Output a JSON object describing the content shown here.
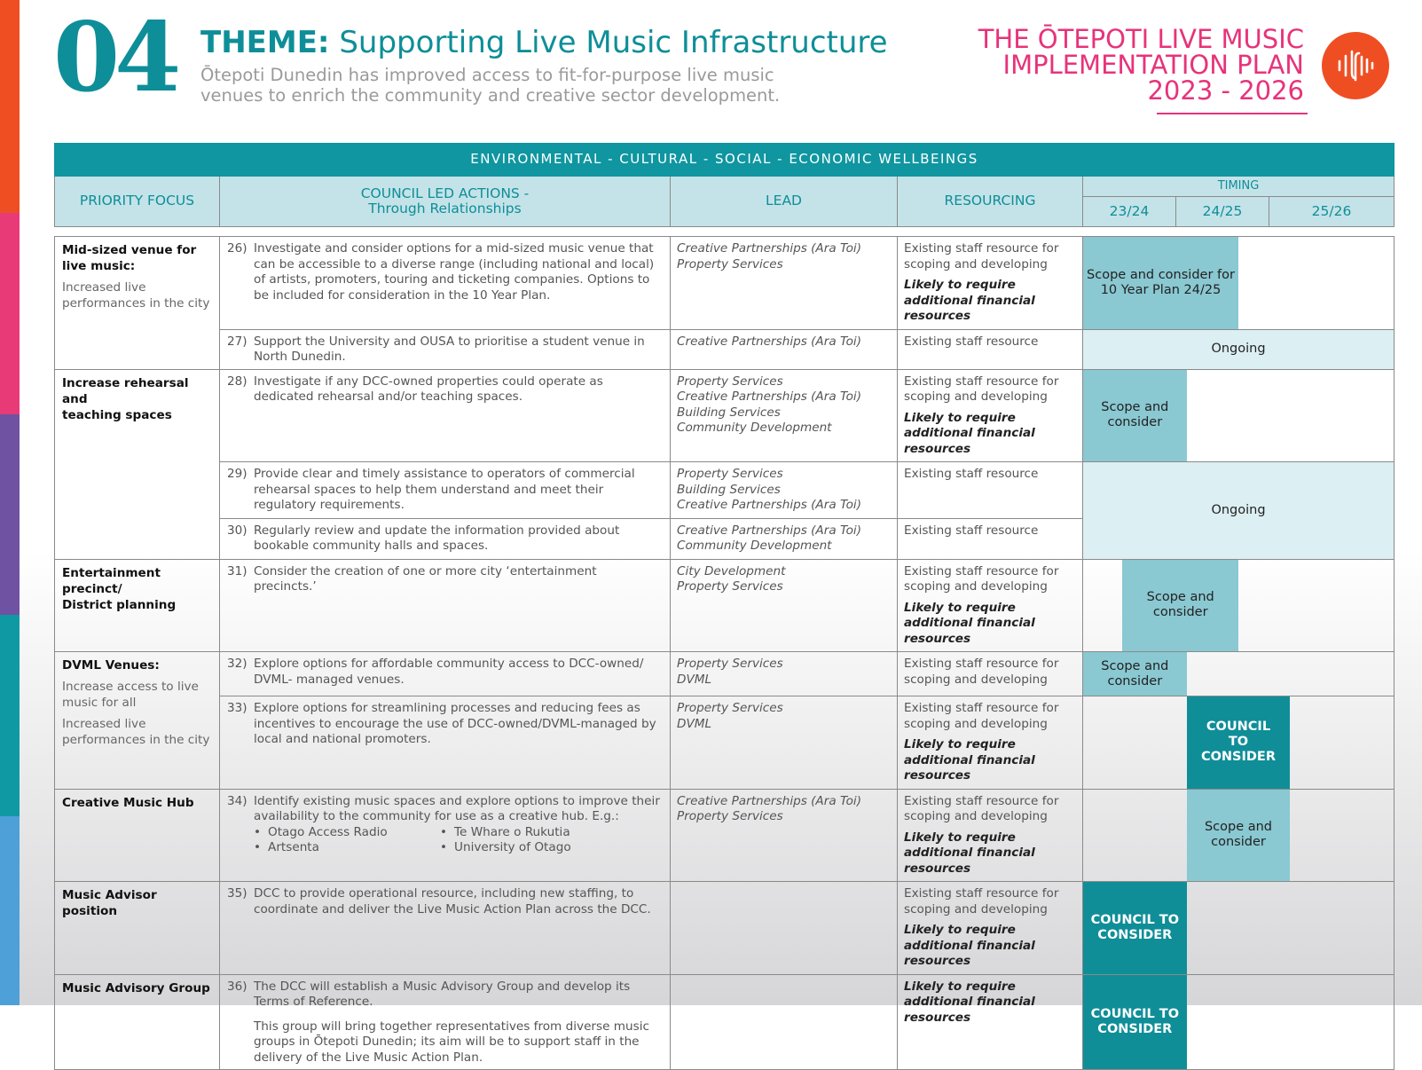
{
  "header": {
    "number": "04",
    "theme_label": "THEME:",
    "theme_title": "Supporting Live Music Infrastructure",
    "theme_subtitle": "Ōtepoti Dunedin has improved access to fit-for-purpose live music venues to enrich the community and creative sector development.",
    "plan_title_line1": "THE ŌTEPOTI LIVE MUSIC",
    "plan_title_line2": "IMPLEMENTATION PLAN",
    "plan_title_line3": "2023 - 2026"
  },
  "colors": {
    "teal": "#0f96a0",
    "light_teal": "#c4e3e8",
    "mid_bar": "#8ac8d2",
    "light_bar": "#dceff2",
    "dark_bar": "#0f8e98",
    "pink": "#e7337a",
    "orange": "#ef4e23"
  },
  "table": {
    "banner": "ENVIRONMENTAL - CULTURAL - SOCIAL - ECONOMIC WELLBEINGS",
    "columns": {
      "priority": "PRIORITY FOCUS",
      "actions_line1": "COUNCIL LED ACTIONS -",
      "actions_line2": "Through Relationships",
      "lead": "LEAD",
      "resourcing": "RESOURCING",
      "timing": "TIMING",
      "y1": "23/24",
      "y2": "24/25",
      "y3": "25/26"
    },
    "groups": [
      {
        "title_line1": "Mid-sized venue for",
        "title_line2": "live music:",
        "desc": "Increased live performances in the city",
        "rows": [
          {
            "num": "26)",
            "text": "Investigate and consider options for a mid-sized music venue that can be accessible to a diverse range (including national and local) of artists, promoters, touring and ticketing companies. Options to be included for consideration in the 10 Year Plan.",
            "lead": [
              "Creative Partnerships (Ara Toi)",
              "Property Services"
            ],
            "res": "Existing staff resource for scoping and developing",
            "req": "Likely to require additional financial resources",
            "timing": "Scope and consider for 10 Year Plan 24/25"
          },
          {
            "num": "27)",
            "text": "Support the University and OUSA to prioritise a student venue in North Dunedin.",
            "lead": [
              "Creative Partnerships (Ara Toi)"
            ],
            "res": "Existing staff resource",
            "timing": "Ongoing"
          }
        ]
      },
      {
        "title_line1": "Increase rehearsal and",
        "title_line2": "teaching spaces",
        "rows": [
          {
            "num": "28)",
            "text": "Investigate if any DCC-owned properties could operate as dedicated rehearsal and/or teaching spaces.",
            "lead": [
              "Property Services",
              "Creative Partnerships (Ara Toi)",
              "Building Services",
              "Community Development"
            ],
            "res": "Existing staff resource for scoping and developing",
            "req": "Likely to require additional financial resources",
            "timing": "Scope and consider"
          },
          {
            "num": "29)",
            "text": "Provide clear and timely assistance to operators of commercial rehearsal spaces to help them understand and meet their regulatory requirements.",
            "lead": [
              "Property Services",
              "Building Services",
              "Creative Partnerships (Ara Toi)"
            ],
            "res": "Existing staff resource",
            "timing": "Ongoing"
          },
          {
            "num": "30)",
            "text": "Regularly review and update the information provided about bookable community halls and spaces.",
            "lead": [
              "Creative Partnerships (Ara Toi)",
              "Community Development"
            ],
            "res": "Existing staff resource"
          }
        ]
      },
      {
        "title_line1": "Entertainment precinct/",
        "title_line2": "District planning",
        "rows": [
          {
            "num": "31)",
            "text": "Consider the creation of one or more city ‘entertainment precincts.’",
            "lead": [
              "City Development",
              "Property Services"
            ],
            "res": "Existing staff resource for scoping and developing",
            "req": "Likely to require additional financial resources",
            "timing": "Scope and consider"
          }
        ]
      },
      {
        "title_line1": "DVML Venues:",
        "desc": "Increase access to live music for all",
        "desc2": "Increased live performances in the city",
        "rows": [
          {
            "num": "32)",
            "text": "Explore options for affordable community access to DCC-owned/ DVML- managed venues.",
            "lead": [
              "Property Services",
              "DVML"
            ],
            "res": "Existing staff resource for scoping and developing",
            "timing": "Scope and consider"
          },
          {
            "num": "33)",
            "text": "Explore options for streamlining processes and reducing fees as incentives to encourage the use of DCC-owned/DVML-managed by local and national promoters.",
            "lead": [
              "Property Services",
              "DVML"
            ],
            "res": "Existing staff resource for scoping and developing",
            "req": "Likely to require additional financial resources",
            "timing": "COUNCIL TO CONSIDER"
          }
        ]
      },
      {
        "title_line1": "Creative Music Hub",
        "rows": [
          {
            "num": "34)",
            "text": "Identify existing music spaces and explore options to improve their availability to the community for use as a creative hub. E.g.:",
            "bullets": [
              "Otago Access Radio",
              "Te Whare o Rukutia",
              "Artsenta",
              "University of Otago"
            ],
            "lead": [
              "Creative Partnerships (Ara Toi)",
              "Property Services"
            ],
            "res": "Existing staff resource for scoping and developing",
            "req": "Likely to require additional financial resources",
            "timing": "Scope and consider"
          }
        ]
      },
      {
        "title_line1": "Music Advisor position",
        "rows": [
          {
            "num": "35)",
            "text": "DCC to provide operational resource, including new staffing, to coordinate and deliver the Live Music Action Plan across the DCC.",
            "res": "Existing staff resource for scoping and developing",
            "req": "Likely to require additional financial resources",
            "timing": "COUNCIL TO CONSIDER"
          }
        ]
      },
      {
        "title_line1": "Music Advisory Group",
        "rows": [
          {
            "num": "36)",
            "text": "The DCC will establish a Music Advisory Group and develop its Terms of Reference.",
            "note": "This group will bring together representatives from diverse music groups in Ōtepoti Dunedin; its aim will be to support staff in the delivery of the Live Music Action Plan.",
            "req": "Likely to require additional financial resources",
            "timing": "COUNCIL TO CONSIDER"
          }
        ]
      }
    ]
  }
}
